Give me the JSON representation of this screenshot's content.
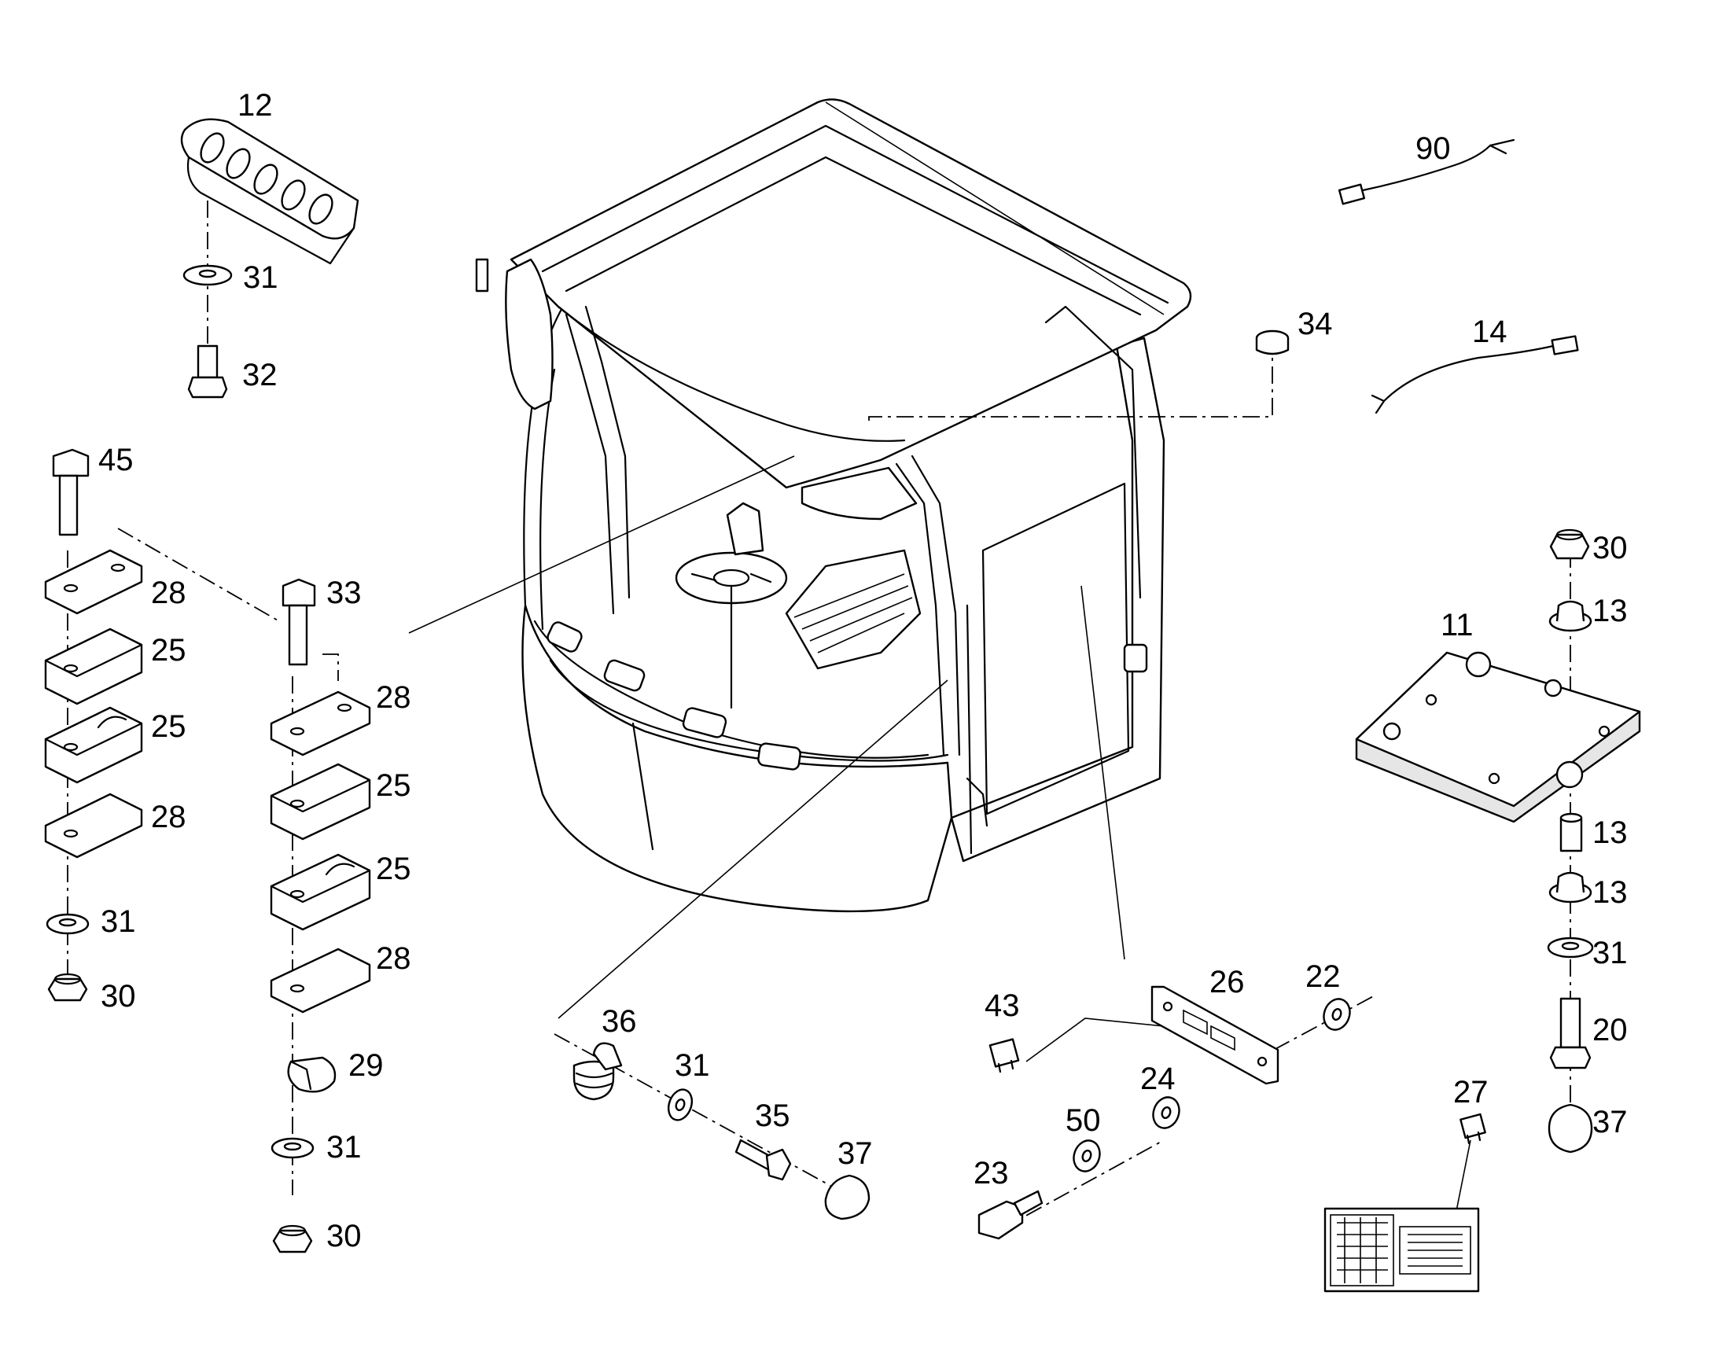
{
  "callouts": [
    {
      "id": "c12a",
      "text": "12"
    },
    {
      "id": "c31a",
      "text": "31"
    },
    {
      "id": "c32a",
      "text": "32"
    },
    {
      "id": "c45a",
      "text": "45"
    },
    {
      "id": "c28a",
      "text": "28"
    },
    {
      "id": "c25a",
      "text": "25"
    },
    {
      "id": "c25b",
      "text": "25"
    },
    {
      "id": "c28b",
      "text": "28"
    },
    {
      "id": "c31b",
      "text": "31"
    },
    {
      "id": "c30a",
      "text": "30"
    },
    {
      "id": "c33a",
      "text": "33"
    },
    {
      "id": "c28c",
      "text": "28"
    },
    {
      "id": "c25c",
      "text": "25"
    },
    {
      "id": "c25d",
      "text": "25"
    },
    {
      "id": "c28d",
      "text": "28"
    },
    {
      "id": "c29a",
      "text": "29"
    },
    {
      "id": "c31c",
      "text": "31"
    },
    {
      "id": "c30b",
      "text": "30"
    },
    {
      "id": "c90a",
      "text": "90"
    },
    {
      "id": "c34a",
      "text": "34"
    },
    {
      "id": "c14a",
      "text": "14"
    },
    {
      "id": "c30c",
      "text": "30"
    },
    {
      "id": "c13a",
      "text": "13"
    },
    {
      "id": "c11a",
      "text": "11"
    },
    {
      "id": "c13b",
      "text": "13"
    },
    {
      "id": "c13c",
      "text": "13"
    },
    {
      "id": "c31d",
      "text": "31"
    },
    {
      "id": "c20a",
      "text": "20"
    },
    {
      "id": "c37a",
      "text": "37"
    },
    {
      "id": "c27a",
      "text": "27"
    },
    {
      "id": "c36a",
      "text": "36"
    },
    {
      "id": "c31e",
      "text": "31"
    },
    {
      "id": "c35a",
      "text": "35"
    },
    {
      "id": "c37b",
      "text": "37"
    },
    {
      "id": "c43a",
      "text": "43"
    },
    {
      "id": "c26a",
      "text": "26"
    },
    {
      "id": "c22a",
      "text": "22"
    },
    {
      "id": "c24a",
      "text": "24"
    },
    {
      "id": "c50a",
      "text": "50"
    },
    {
      "id": "c23a",
      "text": "23"
    }
  ]
}
